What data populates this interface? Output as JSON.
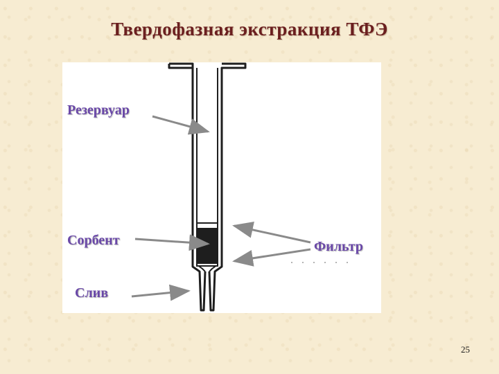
{
  "slide": {
    "title": "Твердофазная экстракция ТФЭ",
    "page_number": "25"
  },
  "diagram": {
    "labels": {
      "reservoir": "Резервуар",
      "sorbent": "Сорбент",
      "filter": "Фильтр",
      "drain": "Слив"
    }
  },
  "colors": {
    "title": "#6b1f1f",
    "label": "#6a48a8",
    "arrow": "#8a8a8a",
    "background": "#f7ecd2"
  }
}
